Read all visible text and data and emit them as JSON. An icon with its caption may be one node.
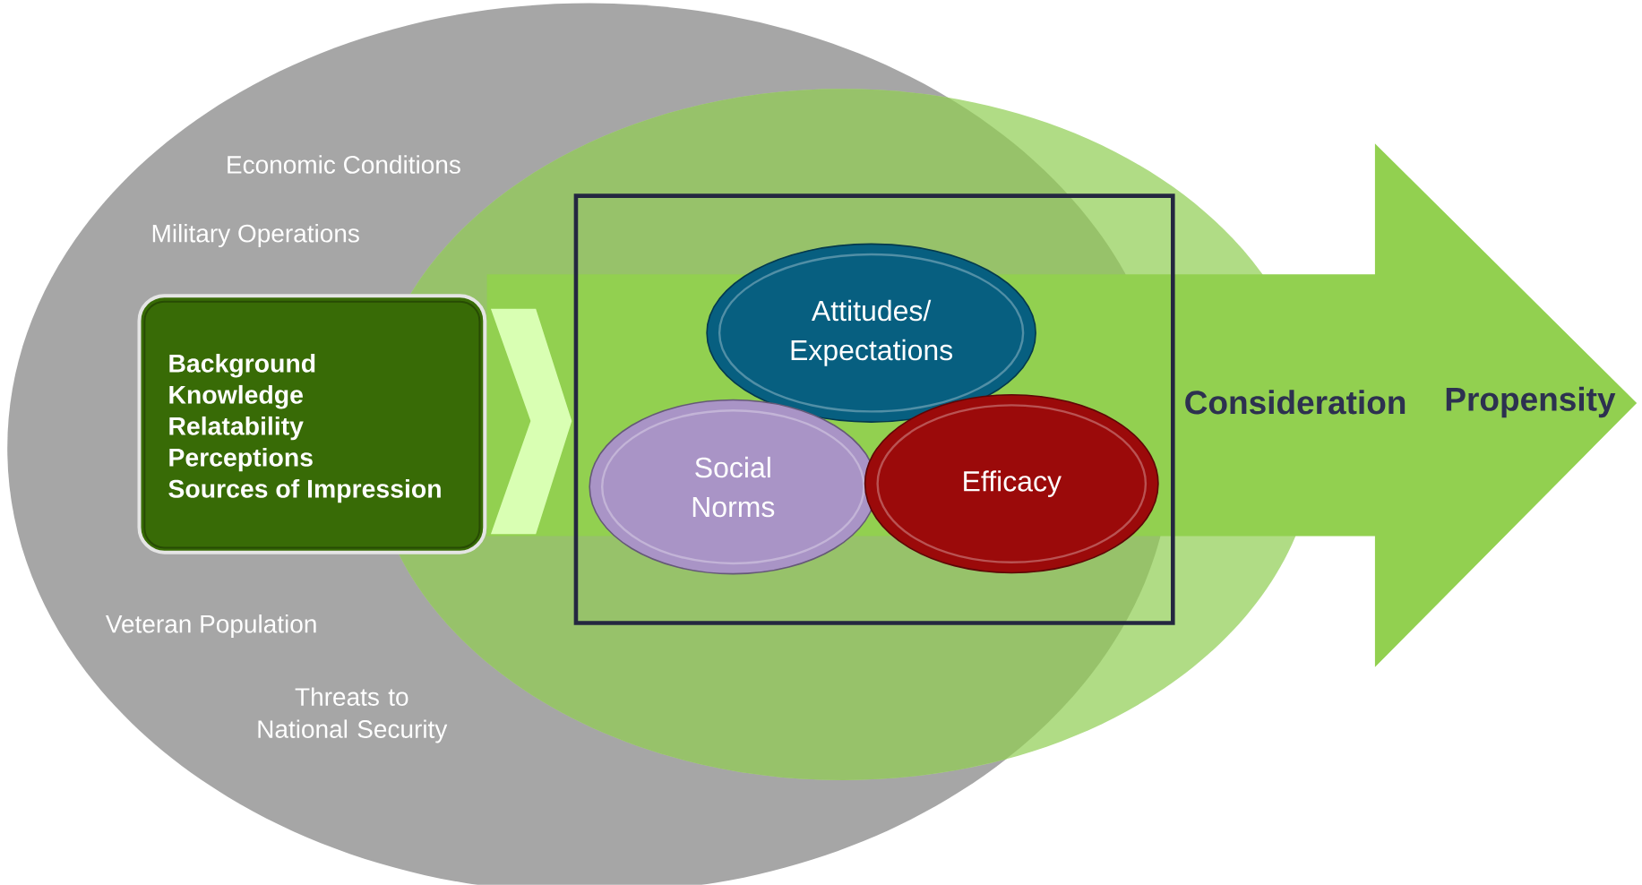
{
  "diagram": {
    "nodes": [
      {
        "text": [
          "Economic Conditions",
          "Military Operations",
          "Veteran Population",
          "Threats to National Security"
        ]
      },
      {
        "text": [
          "Background",
          "Knowledge",
          "Relatability",
          "Perceptions",
          "Sources of Impression"
        ],
        "in": 0
      },
      {
        "text": [],
        "shape": "box"
      },
      {
        "text": [
          "Attitudes/ Expectations"
        ],
        "in": 2
      },
      {
        "text": [
          "Social Norms"
        ],
        "in": 2
      },
      {
        "text": [
          "Efficacy"
        ],
        "in": 2
      },
      {
        "text": [
          "Consideration",
          "Propensity"
        ]
      }
    ],
    "edges": [
      {
        "from": 1,
        "to": 2,
        "arrow": "to"
      }
    ]
  }
}
